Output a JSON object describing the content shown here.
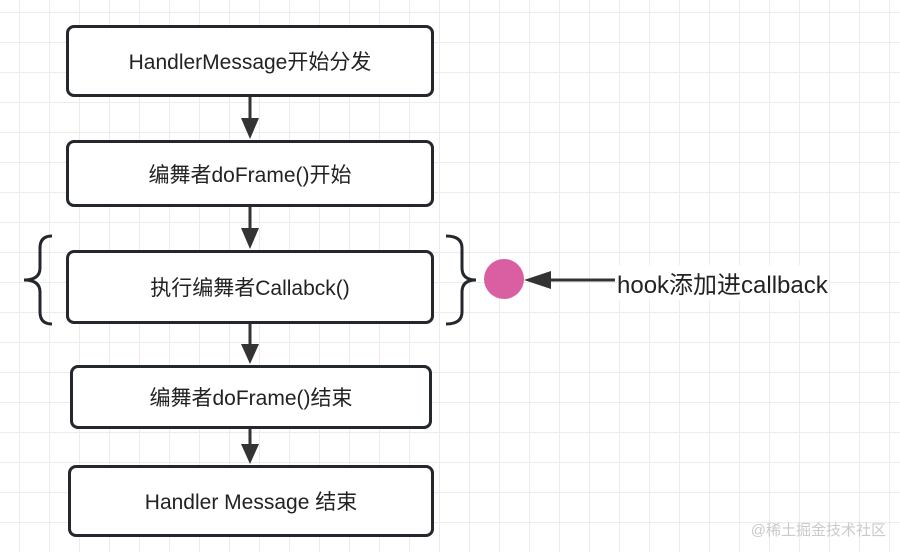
{
  "steps": [
    "HandlerMessage开始分发",
    "编舞者doFrame()开始",
    "执行编舞者Callabck()",
    "编舞者doFrame()结束",
    "Handler Message 结束"
  ],
  "hook_label": "hook添加进callback",
  "watermark": "@稀土掘金技术社区",
  "colors": {
    "hook_dot": "#d95fa2",
    "stroke": "#24272c",
    "grid": "#ececec"
  }
}
